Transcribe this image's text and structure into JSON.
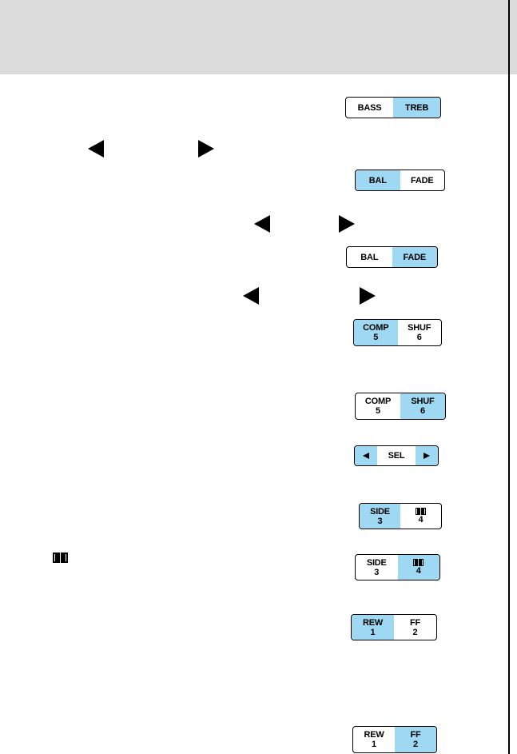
{
  "colors": {
    "header_bg": "#dcdcdc",
    "highlight": "#9ed8f2",
    "rule": "#000000"
  },
  "buttons": [
    {
      "id": "bass-treb",
      "segments": [
        {
          "label": "BASS",
          "highlighted": false
        },
        {
          "label": "TREB",
          "highlighted": true
        }
      ]
    },
    {
      "id": "bal-fade-1",
      "segments": [
        {
          "label": "BAL",
          "highlighted": true
        },
        {
          "label": "FADE",
          "highlighted": false
        }
      ]
    },
    {
      "id": "bal-fade-2",
      "segments": [
        {
          "label": "BAL",
          "highlighted": false
        },
        {
          "label": "FADE",
          "highlighted": true
        }
      ]
    },
    {
      "id": "comp-shuf-1",
      "segments": [
        {
          "label": "COMP",
          "sub": "5",
          "highlighted": true
        },
        {
          "label": "SHUF",
          "sub": "6",
          "highlighted": false
        }
      ]
    },
    {
      "id": "comp-shuf-2",
      "segments": [
        {
          "label": "COMP",
          "sub": "5",
          "highlighted": false
        },
        {
          "label": "SHUF",
          "sub": "6",
          "highlighted": true
        }
      ]
    },
    {
      "id": "sel",
      "segments": [
        {
          "icon": "arrow-left-icon",
          "highlighted": true
        },
        {
          "label": "SEL",
          "highlighted": false
        },
        {
          "icon": "arrow-right-icon",
          "highlighted": true
        }
      ]
    },
    {
      "id": "side-dolby-1",
      "segments": [
        {
          "label": "SIDE",
          "sub": "3",
          "highlighted": true
        },
        {
          "icon": "dolby-icon",
          "sub": "4",
          "highlighted": false
        }
      ]
    },
    {
      "id": "side-dolby-2",
      "segments": [
        {
          "label": "SIDE",
          "sub": "3",
          "highlighted": false
        },
        {
          "icon": "dolby-icon",
          "sub": "4",
          "highlighted": true
        }
      ]
    },
    {
      "id": "rew-ff-1",
      "segments": [
        {
          "label": "REW",
          "sub": "1",
          "highlighted": true
        },
        {
          "label": "FF",
          "sub": "2",
          "highlighted": false
        }
      ]
    },
    {
      "id": "rew-ff-2",
      "segments": [
        {
          "label": "REW",
          "sub": "1",
          "highlighted": false
        },
        {
          "label": "FF",
          "sub": "2",
          "highlighted": true
        }
      ]
    }
  ]
}
